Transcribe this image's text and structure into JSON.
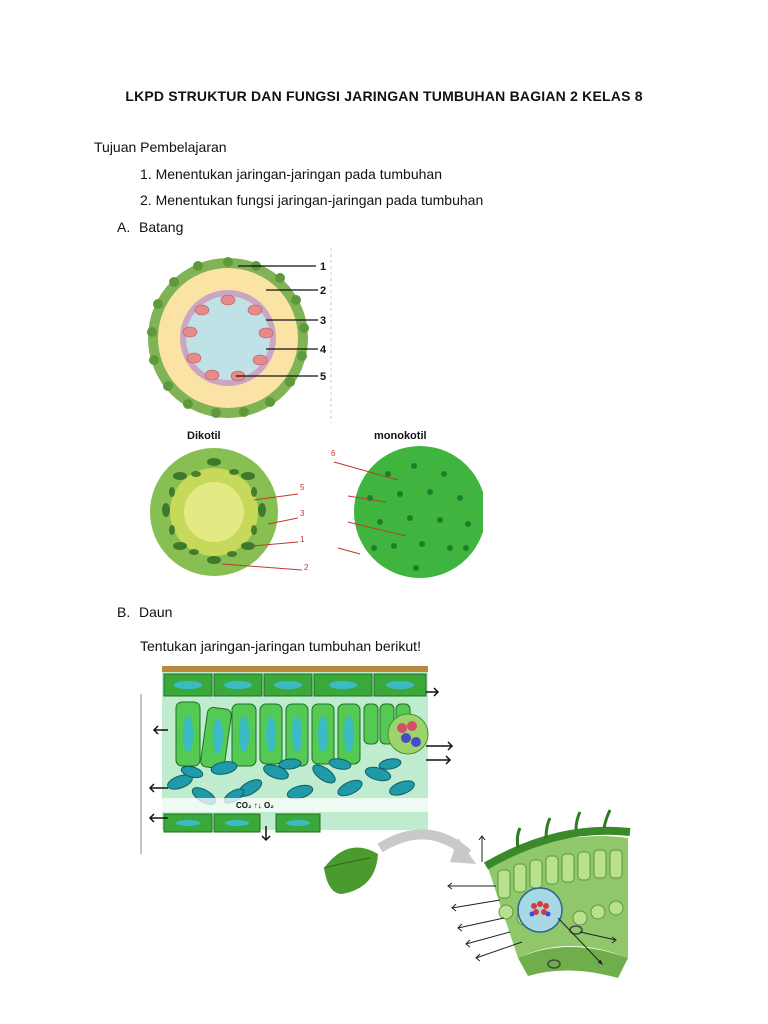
{
  "title": "LKPD STRUKTUR DAN FUNGSI JARINGAN TUMBUHAN BAGIAN 2 KELAS 8",
  "objectives": {
    "heading": "Tujuan Pembelajaran",
    "items": [
      "1. Menentukan jaringan-jaringan pada tumbuhan",
      "2. Menentukan fungsi jaringan-jaringan pada tumbuhan"
    ]
  },
  "section_a": {
    "marker": "A.",
    "label": "Batang",
    "stem_numbers": [
      "1",
      "2",
      "3",
      "4",
      "5"
    ],
    "dicot_label": "Dikotil",
    "monocot_label": "monokotil",
    "cross_numbers": [
      "6",
      "5",
      "3",
      "1",
      "2"
    ]
  },
  "section_b": {
    "marker": "B.",
    "label": "Daun",
    "instruction": "Tentukan jaringan-jaringan tumbuhan berikut!",
    "gas_label": "CO₂ ↑↓ O₂"
  }
}
